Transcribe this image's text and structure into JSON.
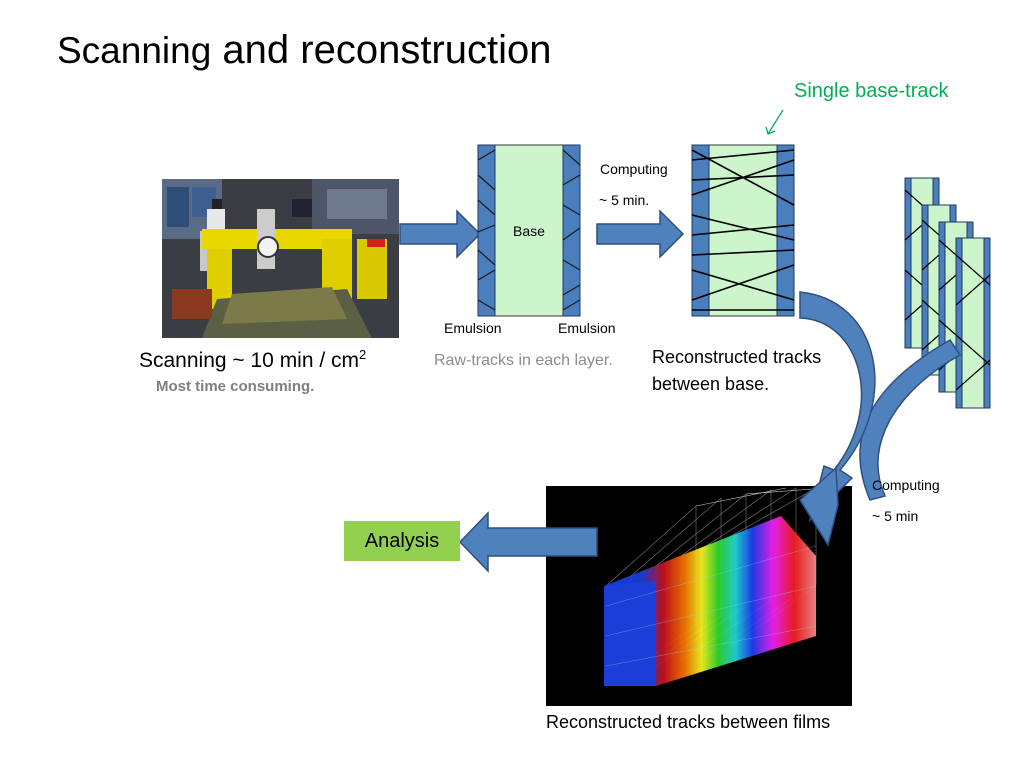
{
  "title": {
    "part1": "Scanning",
    "part2": " and reconstruction"
  },
  "labels": {
    "single_base_track": "Single base-track",
    "computing_1": "Computing",
    "time_1": "~ 5 min.",
    "base": "Base",
    "emulsion_left": "Emulsion",
    "emulsion_right": "Emulsion",
    "raw_tracks": "Raw-tracks in each layer.",
    "reconstructed_between_base_line1": "Reconstructed tracks",
    "reconstructed_between_base_line2": "between base.",
    "scanning_caption": "Scanning ~ 10 min / cm",
    "scanning_superscript": "2",
    "most_time_consuming": "Most time consuming.",
    "computing_2": "Computing",
    "time_2": "~ 5 min",
    "analysis": "Analysis",
    "reconstructed_between_films": "Reconstructed tracks between films"
  },
  "colors": {
    "arrow_fill": "#4f81bd",
    "arrow_stroke": "#2f4f80",
    "base_fill": "#ccf5cc",
    "emulsion_fill": "#4a7ebd",
    "single_track_label": "#00b050",
    "analysis_box": "#92d050",
    "caption_gray": "#7f7f7f"
  }
}
